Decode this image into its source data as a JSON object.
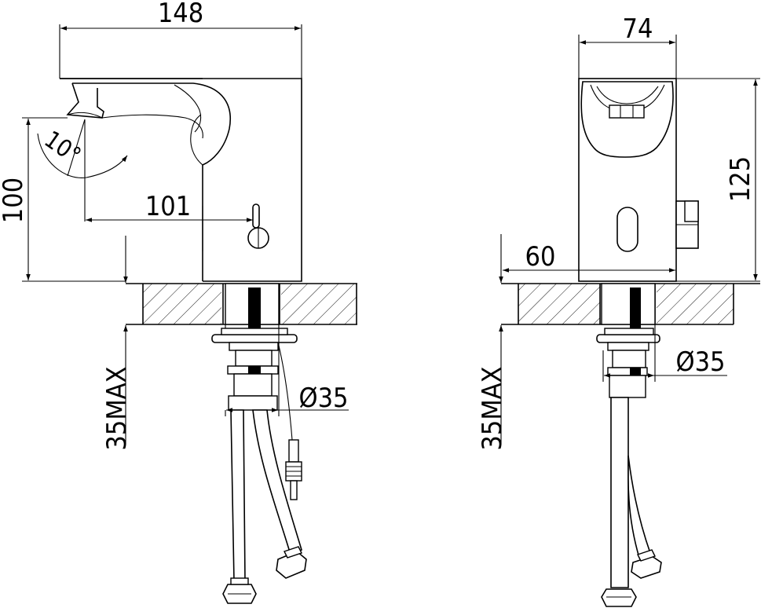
{
  "drawing": {
    "front_view": {
      "dim_width": "148",
      "dim_height": "100",
      "dim_reach": "101",
      "dim_angle": "10°",
      "dim_thickness": "35MAX",
      "dim_hole": "Ø35"
    },
    "side_view": {
      "dim_width": "74",
      "dim_height": "125",
      "dim_base": "60",
      "dim_thickness": "35MAX",
      "dim_hole": "Ø35"
    }
  }
}
